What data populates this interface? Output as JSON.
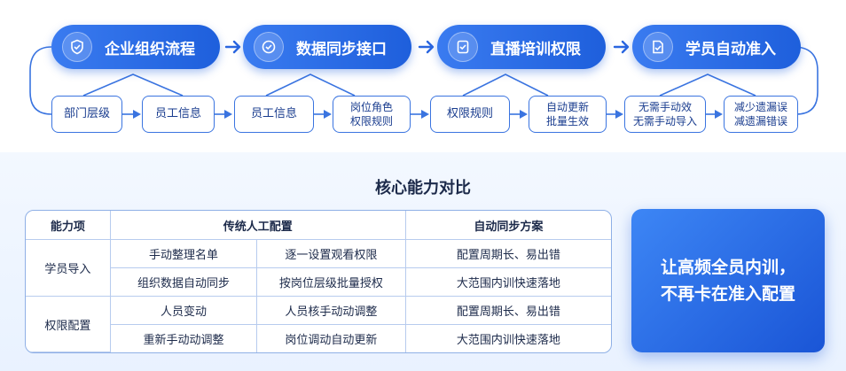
{
  "flow": {
    "steps": [
      {
        "label": "企业组织流程",
        "icon": "check-shield-icon"
      },
      {
        "label": "数据同步接口",
        "icon": "sync-icon"
      },
      {
        "label": "直播培训权限",
        "icon": "checklist-icon"
      },
      {
        "label": "学员自动准入",
        "icon": "check-document-icon"
      }
    ],
    "subs": [
      {
        "lines": [
          "部门层级"
        ]
      },
      {
        "lines": [
          "员工信息"
        ]
      },
      {
        "lines": [
          "员工信息"
        ]
      },
      {
        "lines": [
          "岗位角色",
          "权限规则"
        ]
      },
      {
        "lines": [
          "权限规则"
        ]
      },
      {
        "lines": [
          "自动更新",
          "批量生效"
        ]
      },
      {
        "lines": [
          "无需手动效",
          "无需手动导入"
        ]
      },
      {
        "lines": [
          "减少遗漏误",
          "减遗漏错误"
        ]
      }
    ]
  },
  "comparison": {
    "title": "核心能力对比",
    "headers": [
      "能力项",
      "传统人工配置",
      "自动同步方案"
    ],
    "groups": [
      {
        "name": "学员导入",
        "rows": [
          [
            "手动整理名单",
            "逐一设置观看权限",
            "配置周期长、易出错"
          ],
          [
            "组织数据自动同步",
            "按岗位层级批量授权",
            "大范围内训快速落地"
          ]
        ]
      },
      {
        "name": "权限配置",
        "rows": [
          [
            "人员变动",
            "人员核手动动调整",
            "配置周期长、易出错"
          ],
          [
            "重新手动动调整",
            "岗位调动自动更新",
            "大范围内训快速落地"
          ]
        ]
      }
    ]
  },
  "cta": {
    "lines": [
      "让高频全员内训，",
      "不再卡在准入配置"
    ]
  },
  "colors": {
    "primary": "#1e5fdc",
    "border": "#3a74e0"
  }
}
